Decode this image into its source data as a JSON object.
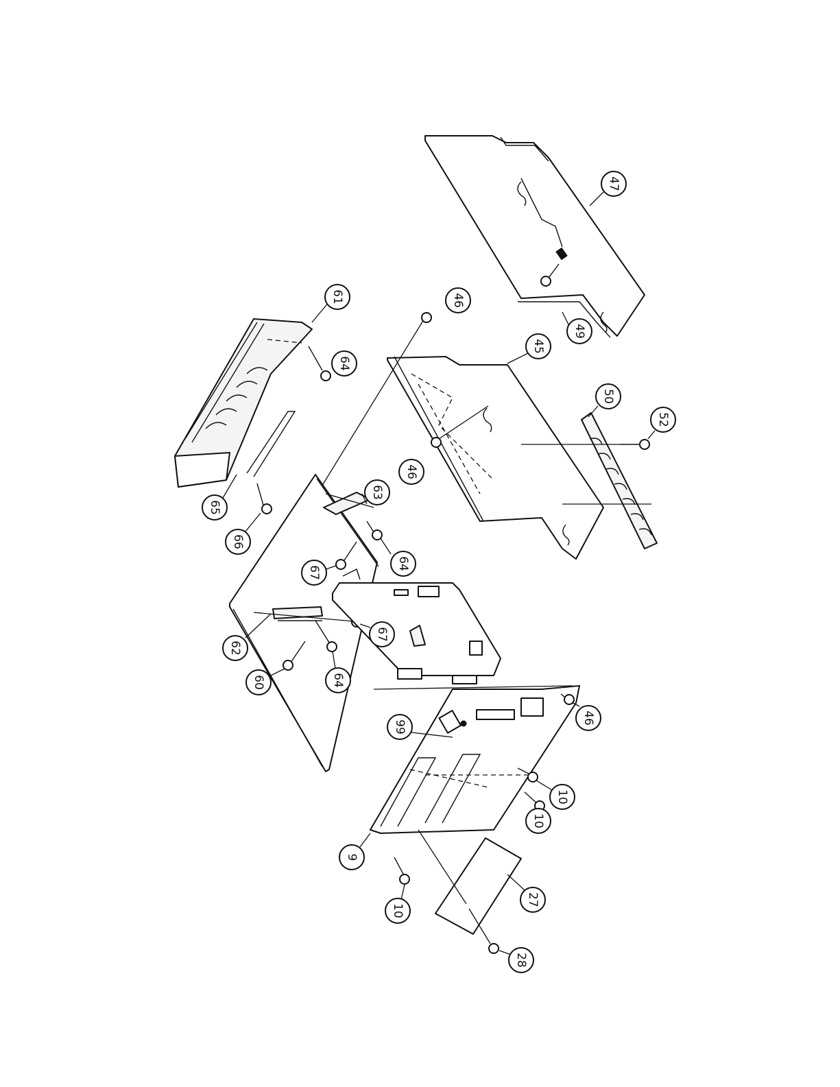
{
  "diagram": {
    "callouts": [
      {
        "id": "c47",
        "label": "47"
      },
      {
        "id": "c49",
        "label": "49"
      },
      {
        "id": "c61",
        "label": "61"
      },
      {
        "id": "c64a",
        "label": "64"
      },
      {
        "id": "c46a",
        "label": "46"
      },
      {
        "id": "c45",
        "label": "45"
      },
      {
        "id": "c46b",
        "label": "46"
      },
      {
        "id": "c50",
        "label": "50"
      },
      {
        "id": "c52",
        "label": "52"
      },
      {
        "id": "c65",
        "label": "65"
      },
      {
        "id": "c66",
        "label": "66"
      },
      {
        "id": "c63",
        "label": "63"
      },
      {
        "id": "c67a",
        "label": "67"
      },
      {
        "id": "c64b",
        "label": "64"
      },
      {
        "id": "c62",
        "label": "62"
      },
      {
        "id": "c67b",
        "label": "67"
      },
      {
        "id": "c60",
        "label": "60"
      },
      {
        "id": "c64c",
        "label": "64"
      },
      {
        "id": "c99",
        "label": "99"
      },
      {
        "id": "c46c",
        "label": "46"
      },
      {
        "id": "c9",
        "label": "9"
      },
      {
        "id": "c10a",
        "label": "10"
      },
      {
        "id": "c10b",
        "label": "10"
      },
      {
        "id": "c10c",
        "label": "10"
      },
      {
        "id": "c27",
        "label": "27"
      },
      {
        "id": "c28",
        "label": "28"
      }
    ]
  }
}
